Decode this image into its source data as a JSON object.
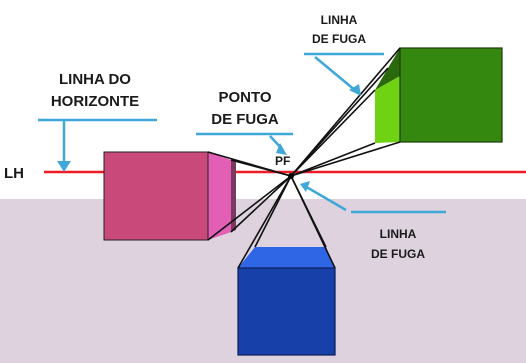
{
  "labels": {
    "horizon_abbrev": "LH",
    "horizon_line": [
      "LINHA DO",
      "HORIZONTE"
    ],
    "vanishing_point": [
      "PONTO",
      "DE FUGA"
    ],
    "vanishing_point_abbrev": "PF",
    "vanishing_line_top": [
      "LINHA",
      "DE FUGA"
    ],
    "vanishing_line_bottom": [
      "LINHA",
      "DE FUGA"
    ]
  },
  "colors": {
    "ground": "#ddd2de",
    "horizon": "#ee1c24",
    "pointer": "#3fa8d8",
    "lines": "#111111",
    "pink_front": "#c9497a",
    "pink_side": "#e35fb6",
    "green_front": "#35880f",
    "green_side": "#6fd213",
    "blue_front": "#1740a8",
    "blue_top": "#2f66e6"
  }
}
